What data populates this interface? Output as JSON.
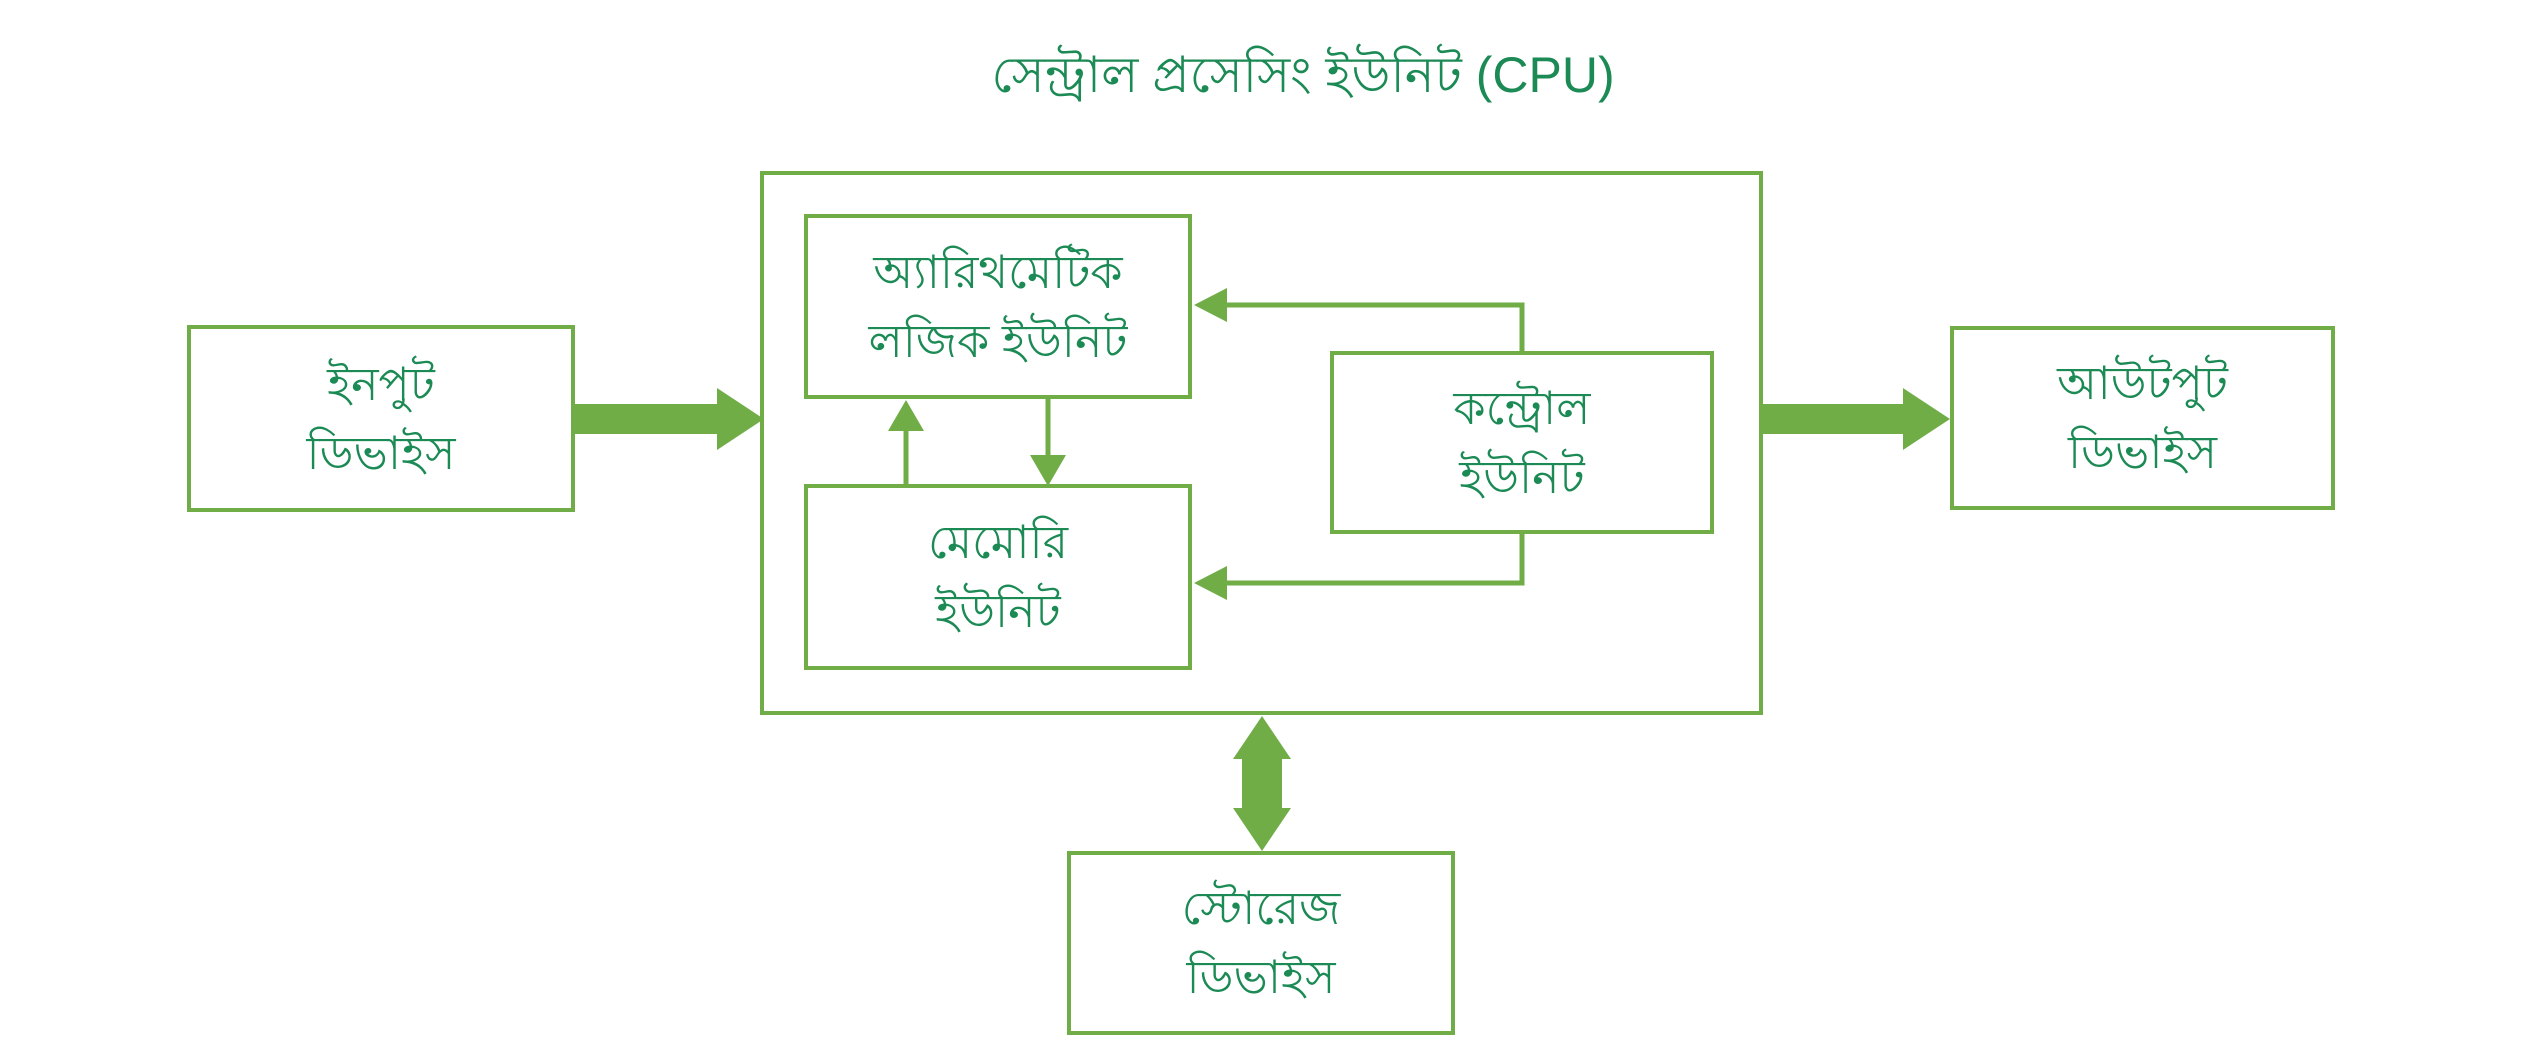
{
  "title": "সেন্ট্রাল প্রসেসিং ইউনিট (CPU)",
  "colors": {
    "outline_green": "#70ad47",
    "text_green": "#1b8a54",
    "background": "#ffffff"
  },
  "boxes": {
    "input": {
      "line1": "ইনপুট",
      "line2": "ডিভাইস"
    },
    "alu": {
      "line1": "অ্যারিথমেটিক",
      "line2": "লজিক ইউনিট"
    },
    "memory": {
      "line1": "মেমোরি",
      "line2": "ইউনিট"
    },
    "control": {
      "line1": "কন্ট্রোল",
      "line2": "ইউনিট"
    },
    "output": {
      "line1": "আউটপুট",
      "line2": "ডিভাইস"
    },
    "storage": {
      "line1": "স্টোরেজ",
      "line2": "ডিভাইস"
    }
  },
  "arrows": [
    {
      "name": "input-to-cpu-arrow",
      "type": "thick-right"
    },
    {
      "name": "cpu-to-output-arrow",
      "type": "thick-right"
    },
    {
      "name": "cpu-storage-arrow",
      "type": "thick-double-vertical"
    },
    {
      "name": "memory-to-alu-arrow",
      "type": "thin-up"
    },
    {
      "name": "alu-to-memory-arrow",
      "type": "thin-down"
    },
    {
      "name": "control-to-alu-arrow",
      "type": "thin-elbow-left"
    },
    {
      "name": "control-to-memory-arrow",
      "type": "thin-elbow-left"
    }
  ]
}
